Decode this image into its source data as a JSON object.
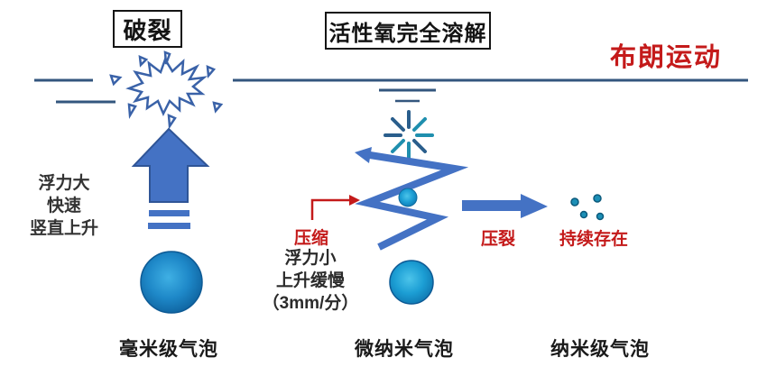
{
  "title_boxes": {
    "burst": "破裂",
    "dissolve": "活性氧完全溶解"
  },
  "annotations": {
    "brownian": "布朗运动",
    "left_buoyancy": [
      "浮力大",
      "快速",
      "竖直上升"
    ],
    "compress": "压缩",
    "mid_buoyancy": [
      "浮力小",
      "上升缓慢",
      "（3mm/分）"
    ],
    "fracture": "压裂",
    "persist": "持续存在"
  },
  "bubble_labels": {
    "mm": "毫米级气泡",
    "micro_nano": "微纳米气泡",
    "nano": "纳米级气泡"
  },
  "icons": {
    "burst_star": "explosion-burst",
    "sunburst": "dissolving-rays",
    "up_arrow": "thick-up-arrow",
    "zigzag_arrow": "zigzag-rise-arrow",
    "right_arrow": "thick-right-arrow",
    "red_bent_arrow": "compress-pointer-arrow",
    "water_surface": "horizontal-water-line",
    "nano_dots": "four-small-bubbles"
  },
  "colors": {
    "arrow_blue": "#4472c4",
    "arrow_edge": "#2f5597",
    "water_line": "#33567e",
    "burst_outline": "#3a62a8",
    "red_accent": "#c41a1a",
    "bubble_light": "#3fb4e6",
    "bubble_mid": "#1c8cc8",
    "bubble_dark": "#0e629e",
    "dot_teal": "#1c8fb6",
    "text_black": "#2b2b2b"
  }
}
